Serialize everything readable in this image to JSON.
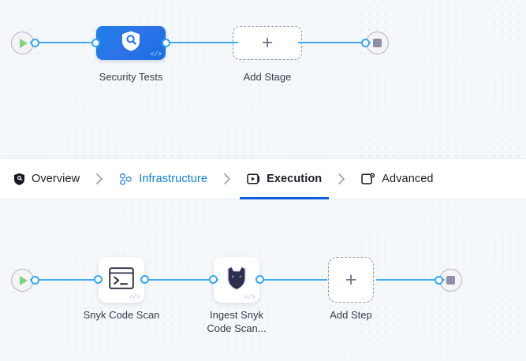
{
  "canvas_stages": {
    "start_node": {
      "icon": "play-icon",
      "label": ""
    },
    "end_node": {
      "icon": "stop-icon",
      "label": ""
    },
    "stage": {
      "label": "Security Tests",
      "icon": "shield-search-icon",
      "badge": "</>"
    },
    "add_stage": {
      "label": "Add Stage",
      "icon": "plus-icon"
    }
  },
  "tabs": [
    {
      "id": "overview",
      "label": "Overview",
      "icon": "shield-icon",
      "state": "default",
      "separator": ">"
    },
    {
      "id": "infrastructure",
      "label": "Infrastructure",
      "icon": "hexagon-cluster-icon",
      "state": "link",
      "separator": ">"
    },
    {
      "id": "execution",
      "label": "Execution",
      "icon": "play-box-icon",
      "state": "active",
      "separator": ">"
    },
    {
      "id": "advanced",
      "label": "Advanced",
      "icon": "gear-frame-icon",
      "state": "default",
      "separator": ""
    }
  ],
  "canvas_steps": {
    "start_node": {
      "icon": "play-icon"
    },
    "end_node": {
      "icon": "stop-icon"
    },
    "steps": [
      {
        "label": "Snyk Code Scan",
        "icon": "terminal-icon",
        "badge": "</>"
      },
      {
        "label": "Ingest Snyk\nCode Scan...",
        "icon": "snyk-dog-icon",
        "badge": "</>"
      }
    ],
    "add_step": {
      "label": "Add Step",
      "icon": "plus-icon"
    }
  },
  "colors": {
    "edge": "#44aaf0",
    "port": "#33a7f0",
    "stage_blue": "#2d73e8",
    "active_tab_underline": "#0b5cd5",
    "link_blue": "#0b7fe0",
    "canvas_bg": "#f5f8fb",
    "play_green": "#7ed37e",
    "stop_gray": "#8f8fa3"
  }
}
